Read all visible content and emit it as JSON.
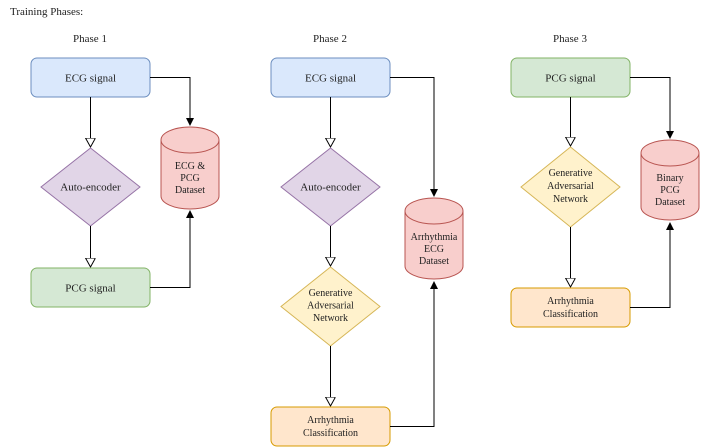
{
  "diagram": {
    "title": "Training Phases:",
    "colors": {
      "blue_fill": "#dae8fc",
      "blue_stroke": "#6c8ebf",
      "green_fill": "#d5e8d4",
      "green_stroke": "#82b366",
      "purple_fill": "#e1d5e7",
      "purple_stroke": "#9673a6",
      "yellow_fill": "#fff2cc",
      "yellow_stroke": "#d6b656",
      "orange_fill": "#ffe6cc",
      "orange_stroke": "#d79b00",
      "red_fill": "#f8cecc",
      "red_stroke": "#b85450"
    },
    "phase1": {
      "label": "Phase 1",
      "ecg": "ECG signal",
      "autoencoder": "Auto-encoder",
      "pcg": "PCG signal",
      "dataset": [
        "ECG &",
        "PCG",
        "Dataset"
      ]
    },
    "phase2": {
      "label": "Phase 2",
      "ecg": "ECG signal",
      "autoencoder": "Auto-encoder",
      "gan": [
        "Generative",
        "Adversarial",
        "Network"
      ],
      "classification": [
        "Arrhythmia",
        "Classification"
      ],
      "dataset": [
        "Arrhythmia",
        "ECG",
        "Dataset"
      ]
    },
    "phase3": {
      "label": "Phase 3",
      "pcg": "PCG signal",
      "gan": [
        "Generative",
        "Adversarial",
        "Network"
      ],
      "classification": [
        "Arrhythmia",
        "Classification"
      ],
      "dataset": [
        "Binary",
        "PCG",
        "Dataset"
      ]
    }
  }
}
